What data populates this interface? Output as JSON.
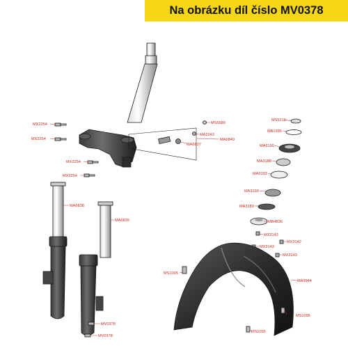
{
  "banner": {
    "text": "Na obrázku díl číslo MV0378",
    "color": "#f5d716"
  },
  "colors": {
    "label": "#c8281e",
    "outline": "#1a1a1a"
  },
  "labels": {
    "MX2254_a": "MX2254",
    "MX2254_b": "MX2254",
    "MX2254_c": "MX2254",
    "MX2254_d": "MX2254",
    "MS5580": "MS5580",
    "MA2243": "MA2243",
    "MA6840": "MA6840",
    "MA6837": "MA6837",
    "MA6838": "MA6838",
    "MA6839": "MA6839",
    "MV0378_a": "MV0378",
    "MV0378_b": "MV0378",
    "MS5216": "MS5216",
    "MB1395": "MB1395",
    "MA3190": "MA3190",
    "MA3188": "MA3188",
    "MA3192": "MA3192",
    "MA3193": "MA3193",
    "MA3189": "MA3189",
    "MB4836": "MB4836",
    "MX3142_a": "MX3142",
    "MX3142_b": "MX3142",
    "MX3143_a": "MX3143",
    "MX3143_b": "MX3143",
    "MS1095_a": "MS1095",
    "MS1095_b": "MS1095",
    "MS1095_c": "MS1095",
    "MA9944": "MA9944"
  }
}
